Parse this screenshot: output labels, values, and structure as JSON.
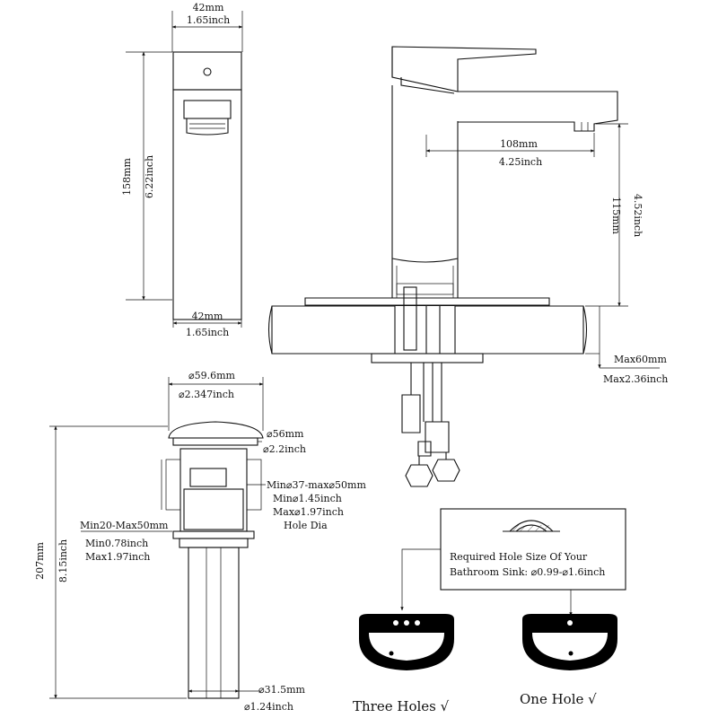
{
  "faucet_front": {
    "top_width_mm": "42mm",
    "top_width_in": "1.65inch",
    "height_mm": "158mm",
    "height_in": "6.22inch",
    "bottom_width_mm": "42mm",
    "bottom_width_in": "1.65inch"
  },
  "faucet_side": {
    "spout_reach_mm": "108mm",
    "spout_reach_in": "4.25inch",
    "spout_height_mm": "115mm",
    "spout_height_in": "4.52inch",
    "deck_max_mm": "Max60mm",
    "deck_max_in": "Max2.36inch"
  },
  "drain": {
    "cap_dia_mm": "⌀59.6mm",
    "cap_dia_in": "⌀2.347inch",
    "flange_dia_mm": "⌀56mm",
    "flange_dia_in": "⌀2.2inch",
    "hole_range_mm": "Min⌀37-max⌀50mm",
    "hole_min_in": "Min⌀1.45inch",
    "hole_max_in": "Max⌀1.97inch",
    "hole_label": "Hole Dia",
    "thickness_mm": "Min20-Max50mm",
    "thickness_min_in": "Min0.78inch",
    "thickness_max_in": "Max1.97inch",
    "height_mm": "207mm",
    "height_in": "8.15inch",
    "tail_dia_mm": "⌀31.5mm",
    "tail_dia_in": "⌀1.24inch"
  },
  "hole_note": {
    "line1": "Required Hole Size Of Your",
    "line2": "Bathroom Sink: ⌀0.99-⌀1.6inch"
  },
  "sinks": {
    "three_holes": "Three Holes √",
    "one_hole": "One Hole √"
  }
}
